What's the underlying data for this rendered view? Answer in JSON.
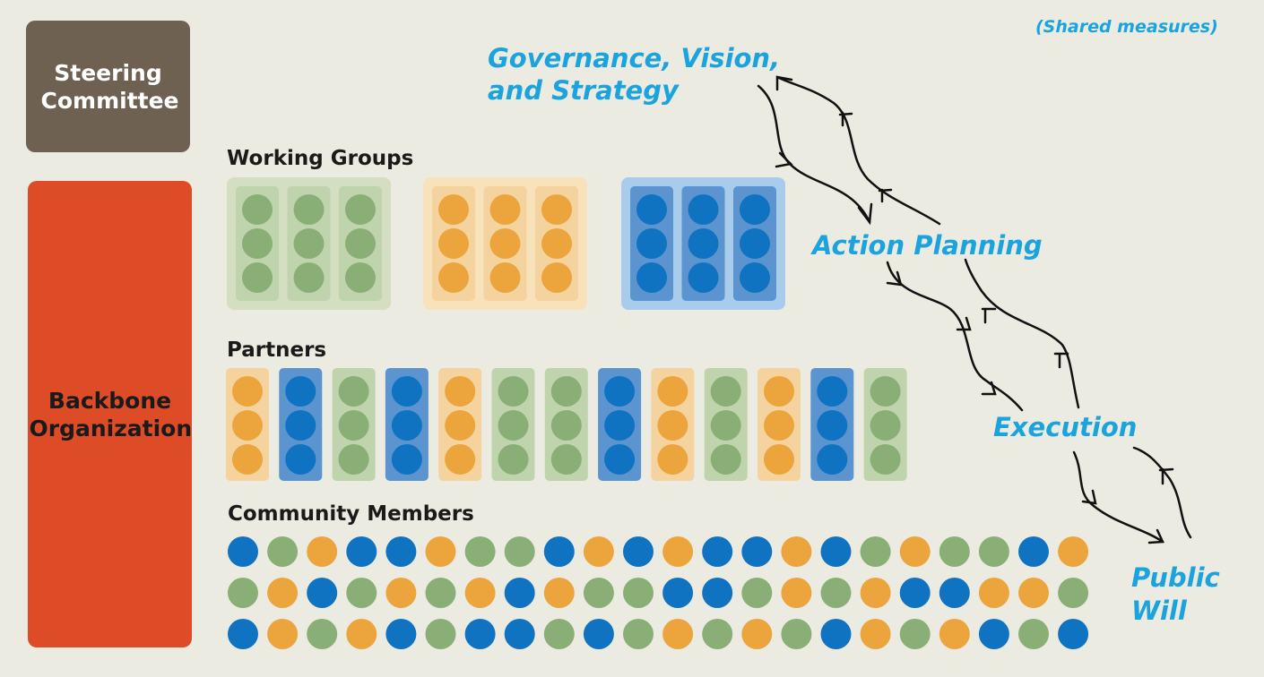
{
  "colors": {
    "green": "#8aaf76",
    "orange": "#eba53c",
    "blue": "#0f73c1",
    "green_bg": "#bfd3ad",
    "orange_bg": "#f4d39f",
    "blue_bg": "#5b94cf",
    "green_group_bg": "#d4dfc2",
    "orange_group_bg": "#f8e2bc",
    "blue_group_bg": "#a9cbec",
    "label_blue": "#1ba3dd",
    "steering": "#6e6152",
    "backbone": "#dd4c27",
    "arrow": "#111111"
  },
  "steering_committee": "Steering Committee",
  "backbone_organization": "Backbone Organization",
  "shared_measures": "(Shared measures)",
  "stages": {
    "governance": "Governance, Vision, and Strategy",
    "action_planning": "Action Planning",
    "execution": "Execution",
    "public_will": "Public Will"
  },
  "working_groups": {
    "label": "Working Groups",
    "groups": [
      "green",
      "orange",
      "blue"
    ]
  },
  "partners": {
    "label": "Partners",
    "columns": [
      "orange",
      "blue",
      "green",
      "blue",
      "orange",
      "green",
      "green",
      "blue",
      "orange",
      "green",
      "orange",
      "blue",
      "green"
    ]
  },
  "community_members": {
    "label": "Community Members",
    "rows": [
      [
        "blue",
        "green",
        "orange",
        "blue",
        "blue",
        "orange",
        "green",
        "green",
        "blue",
        "orange",
        "blue",
        "orange",
        "blue",
        "blue",
        "orange",
        "blue",
        "green",
        "orange",
        "green",
        "green",
        "blue",
        "orange"
      ],
      [
        "green",
        "orange",
        "blue",
        "green",
        "orange",
        "green",
        "orange",
        "blue",
        "orange",
        "green",
        "green",
        "blue",
        "blue",
        "green",
        "orange",
        "green",
        "orange",
        "blue",
        "blue",
        "orange",
        "orange",
        "green"
      ],
      [
        "blue",
        "orange",
        "green",
        "orange",
        "blue",
        "green",
        "blue",
        "blue",
        "green",
        "blue",
        "green",
        "orange",
        "green",
        "orange",
        "green",
        "blue",
        "orange",
        "green",
        "orange",
        "blue",
        "green",
        "blue"
      ]
    ]
  }
}
